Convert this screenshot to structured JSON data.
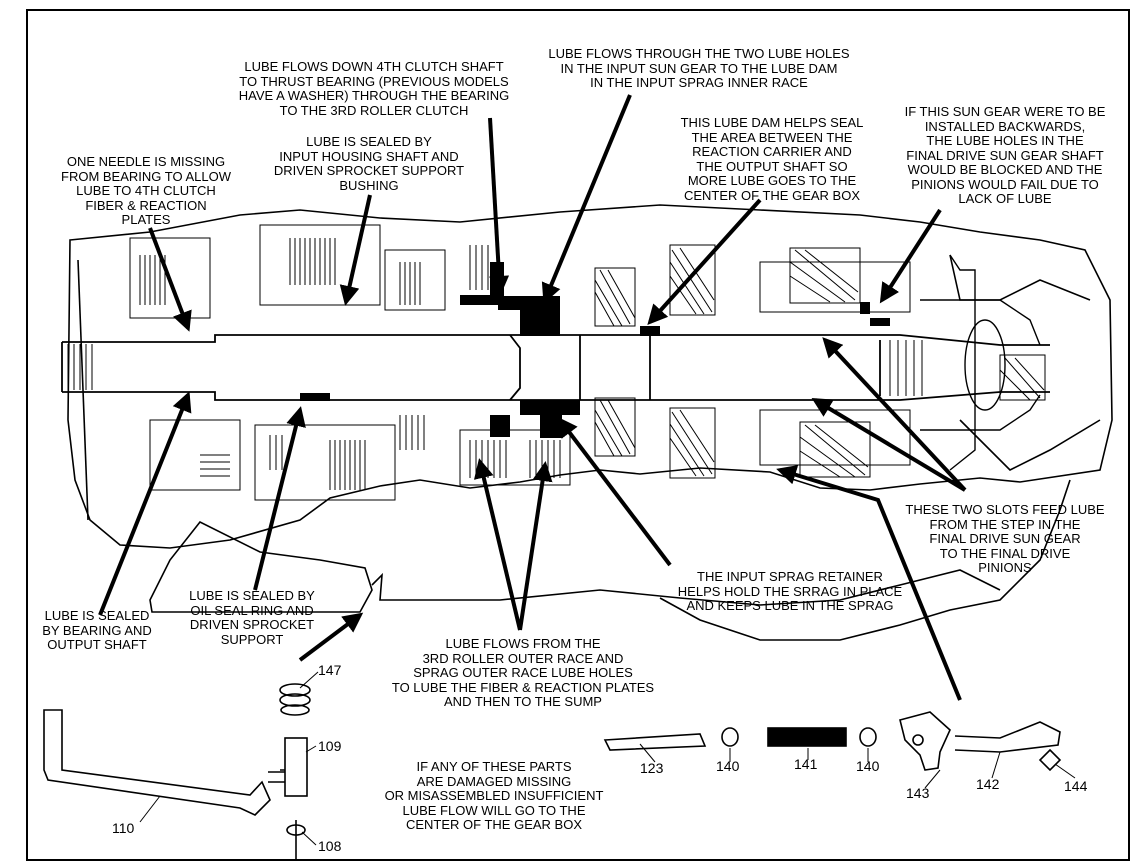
{
  "callouts": [
    {
      "id": "lube-4th-clutch-shaft",
      "text": "LUBE FLOWS DOWN 4TH CLUTCH SHAFT\nTO THRUST BEARING (PREVIOUS MODELS\nHAVE A WASHER) THROUGH THE BEARING\nTO THE 3RD ROLLER CLUTCH"
    },
    {
      "id": "lube-input-sun-gear",
      "text": "LUBE FLOWS THROUGH THE TWO LUBE HOLES\nIN THE INPUT SUN GEAR TO THE LUBE DAM\nIN THE INPUT SPRAG INNER RACE"
    },
    {
      "id": "lube-sealed-input-housing",
      "text": "LUBE IS SEALED BY\nINPUT HOUSING SHAFT AND\nDRIVEN SPROCKET SUPPORT\nBUSHING"
    },
    {
      "id": "lube-dam-seal",
      "text": "THIS LUBE DAM HELPS SEAL\nTHE AREA BETWEEN THE\nREACTION CARRIER AND\nTHE OUTPUT SHAFT SO\nMORE LUBE GOES TO THE\nCENTER OF THE GEAR BOX"
    },
    {
      "id": "sun-gear-backwards",
      "text": "IF THIS SUN GEAR WERE TO BE\nINSTALLED BACKWARDS,\nTHE LUBE HOLES IN THE\nFINAL DRIVE SUN GEAR SHAFT\nWOULD BE BLOCKED AND THE\nPINIONS WOULD FAIL DUE TO\nLACK OF LUBE"
    },
    {
      "id": "needle-missing",
      "text": "ONE NEEDLE IS MISSING\nFROM BEARING TO ALLOW\nLUBE TO 4TH CLUTCH\nFIBER & REACTION\nPLATES"
    },
    {
      "id": "two-slots-feed",
      "text": "THESE TWO SLOTS FEED LUBE\nFROM THE STEP IN THE\nFINAL DRIVE SUN GEAR\nTO THE FINAL DRIVE\nPINIONS"
    },
    {
      "id": "input-sprag-retainer",
      "text": "THE INPUT SPRAG RETAINER\nHELPS HOLD THE SRRAG IN PLACE\nAND KEEPS LUBE IN THE SPRAG"
    },
    {
      "id": "sealed-bearing-output",
      "text": "LUBE IS SEALED\nBY BEARING AND\nOUTPUT SHAFT"
    },
    {
      "id": "sealed-oil-seal-ring",
      "text": "LUBE IS SEALED BY\nOIL SEAL RING AND\nDRIVEN SPROCKET\nSUPPORT"
    },
    {
      "id": "lube-3rd-roller-outer",
      "text": "LUBE FLOWS FROM THE\n3RD ROLLER OUTER RACE AND\nSPRAG OUTER RACE LUBE HOLES\nTO LUBE THE FIBER & REACTION PLATES\nAND THEN TO THE SUMP"
    },
    {
      "id": "parts-damaged",
      "text": "IF ANY OF THESE PARTS\nARE DAMAGED MISSING\nOR MISASSEMBLED INSUFFICIENT\nLUBE FLOW WILL GO TO THE\nCENTER OF THE GEAR BOX"
    }
  ],
  "part_numbers": {
    "p147": "147",
    "p109": "109",
    "p110": "110",
    "p108": "108",
    "p123": "123",
    "p140a": "140",
    "p141": "141",
    "p140b": "140",
    "p143": "143",
    "p142": "142",
    "p144": "144"
  }
}
